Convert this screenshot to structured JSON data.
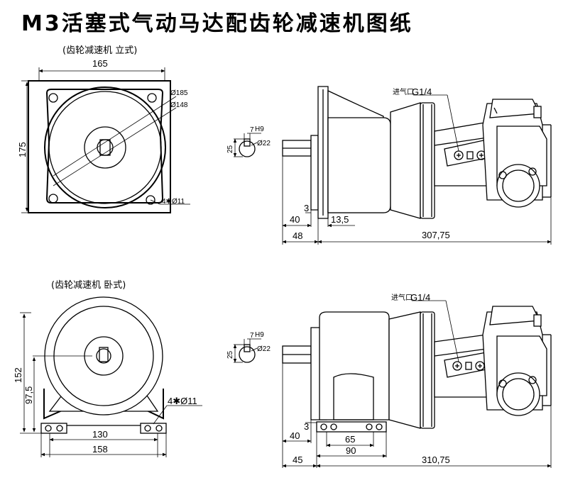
{
  "title": "M3活塞式气动马达配齿轮减速机图纸",
  "vertical": {
    "caption": "(齿轮减速机  立式)",
    "width": "165",
    "height": "175",
    "dia_outer": "Ø185",
    "dia_inner": "Ø148",
    "holes": "4✱Ø11",
    "key_width": "7",
    "key_unit": "H9",
    "shaft_height": "25",
    "shaft_dia": "Ø22",
    "air_inlet": "进气口",
    "air_inlet_size": "G1/4",
    "dim_3": "3",
    "dim_40": "40",
    "dim_13_5": "13,5",
    "dim_48": "48",
    "dim_length": "307,75"
  },
  "horizontal": {
    "caption": "(齿轮减速机  卧式)",
    "height": "152",
    "center_height": "97,5",
    "holes": "4✱Ø11",
    "foot_inner": "130",
    "foot_outer": "158",
    "key_width": "7",
    "key_unit": "H9",
    "shaft_height": "25",
    "shaft_dia": "Ø22",
    "air_inlet": "进气口",
    "air_inlet_size": "G1/4",
    "dim_3": "3",
    "dim_40": "40",
    "dim_65": "65",
    "dim_90": "90",
    "dim_45": "45",
    "dim_length": "310,75"
  }
}
